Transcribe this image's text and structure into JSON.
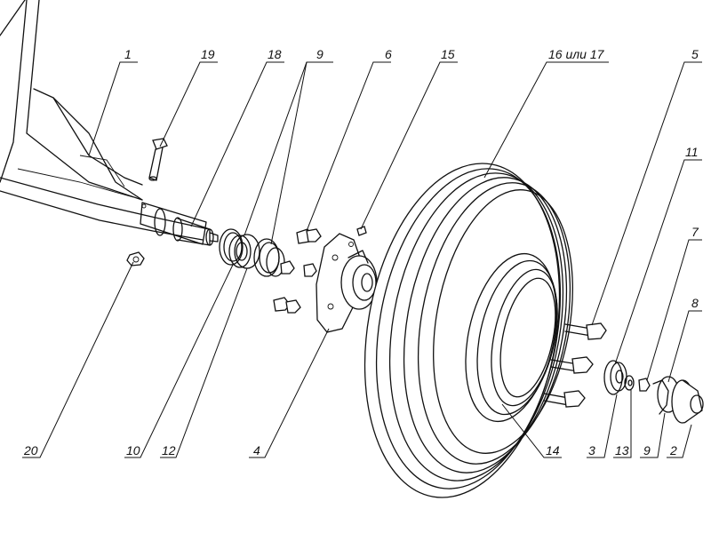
{
  "callouts": [
    {
      "id": "1",
      "text": "1"
    },
    {
      "id": "19",
      "text": "19"
    },
    {
      "id": "18",
      "text": "18"
    },
    {
      "id": "9a",
      "text": "9"
    },
    {
      "id": "6",
      "text": "6"
    },
    {
      "id": "15",
      "text": "15"
    },
    {
      "id": "16",
      "text": "16 или 17"
    },
    {
      "id": "5",
      "text": "5"
    },
    {
      "id": "11",
      "text": "11"
    },
    {
      "id": "7",
      "text": "7"
    },
    {
      "id": "8",
      "text": "8"
    },
    {
      "id": "20",
      "text": "20"
    },
    {
      "id": "10",
      "text": "10"
    },
    {
      "id": "12",
      "text": "12"
    },
    {
      "id": "4",
      "text": "4"
    },
    {
      "id": "14",
      "text": "14"
    },
    {
      "id": "3",
      "text": "3"
    },
    {
      "id": "13",
      "text": "13"
    },
    {
      "id": "9b",
      "text": "9"
    },
    {
      "id": "2",
      "text": "2"
    }
  ]
}
